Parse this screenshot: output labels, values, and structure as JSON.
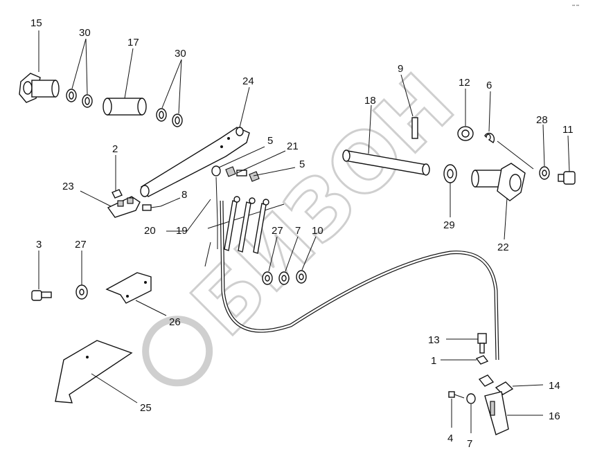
{
  "diagram": {
    "watermark": "БИЗОН",
    "corner_mark": "•• ••",
    "callouts": {
      "c15": "15",
      "c30a": "30",
      "c17": "17",
      "c30b": "30",
      "c24": "24",
      "c2": "2",
      "c23": "23",
      "c8": "8",
      "c5a": "5",
      "c21": "21",
      "c5b": "5",
      "c20": "20",
      "c19": "19",
      "c27a": "27",
      "c7a": "7",
      "c10": "10",
      "c9": "9",
      "c18": "18",
      "c12": "12",
      "c6": "6",
      "c28": "28",
      "c11": "11",
      "c29": "29",
      "c22": "22",
      "c3": "3",
      "c27b": "27",
      "c26": "26",
      "c25": "25",
      "c13": "13",
      "c1": "1",
      "c14": "14",
      "c16": "16",
      "c4": "4",
      "c7b": "7"
    }
  }
}
